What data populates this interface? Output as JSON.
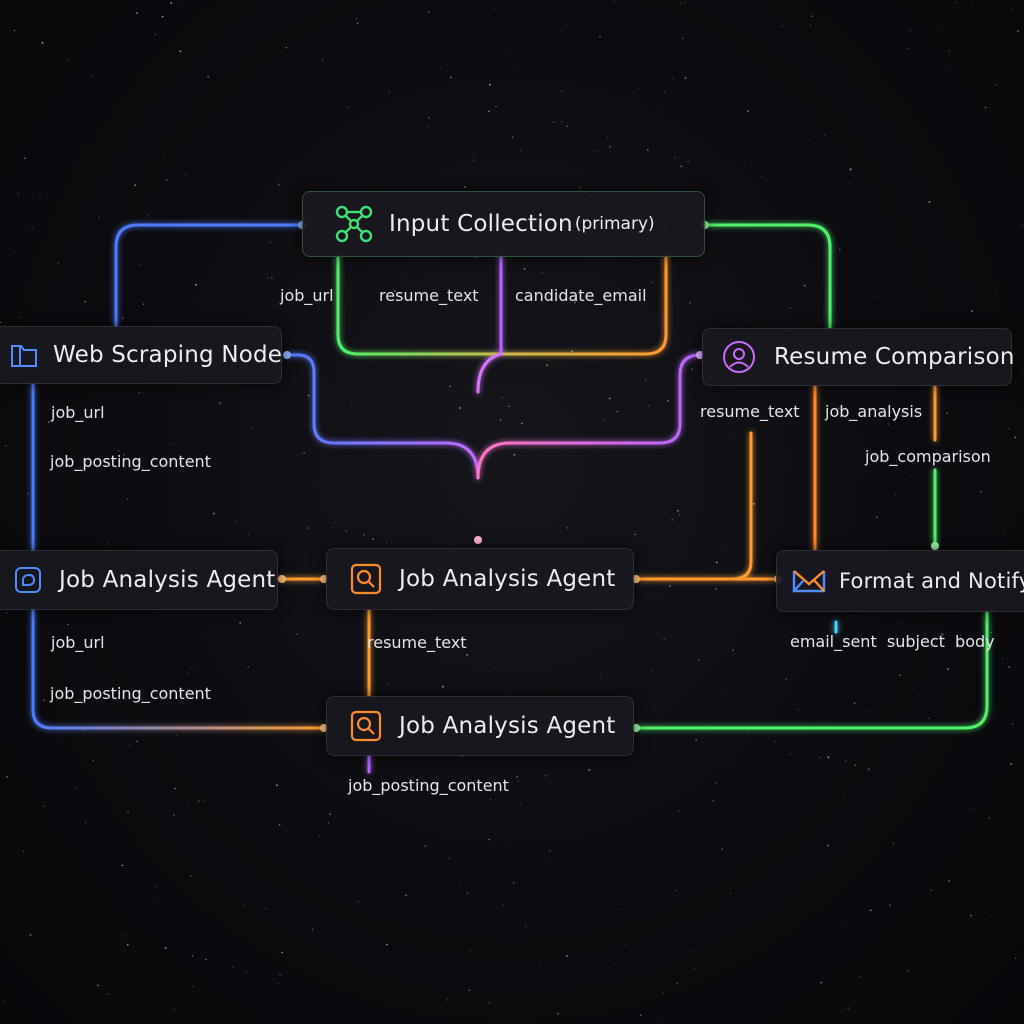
{
  "colors": {
    "background": "#0b0b0f",
    "blue": "#4f7cff",
    "green": "#4ff06a",
    "orange": "#ff9a2e",
    "purple": "#b566ff",
    "pink": "#ff7ab8"
  },
  "nodes": {
    "input_collection": {
      "title": "Input Collection",
      "suffix": "(primary)",
      "icon": "network-graph-icon"
    },
    "web_scraping": {
      "title": "Web Scraping Node",
      "icon": "folder-icon"
    },
    "resume_comparison": {
      "title": "Resume Comparison",
      "icon": "person-icon"
    },
    "job_analysis_left": {
      "title": "Job Analysis Agent",
      "icon": "chat-bubble-icon"
    },
    "job_analysis_center": {
      "title": "Job Analysis Agent",
      "icon": "search-icon"
    },
    "format_notify": {
      "title": "Format and Notify",
      "icon": "mail-icon"
    },
    "job_analysis_bottom": {
      "title": "Job Analysis Agent",
      "icon": "search-icon"
    }
  },
  "labels": {
    "input_job_url": "job_url",
    "input_resume_text": "resume_text",
    "input_candidate_email": "candidate_email",
    "web_job_url": "job_url",
    "web_job_posting_content": "job_posting_content",
    "resume_resume_text": "resume_text",
    "resume_job_analysis": "job_analysis",
    "resume_job_comparison": "job_comparison",
    "left_job_url": "job_url",
    "left_job_posting_content": "job_posting_content",
    "center_resume_text": "resume_text",
    "notify_outputs": "email_sent  subject  body",
    "bottom_job_posting_content": "job_posting_content"
  }
}
